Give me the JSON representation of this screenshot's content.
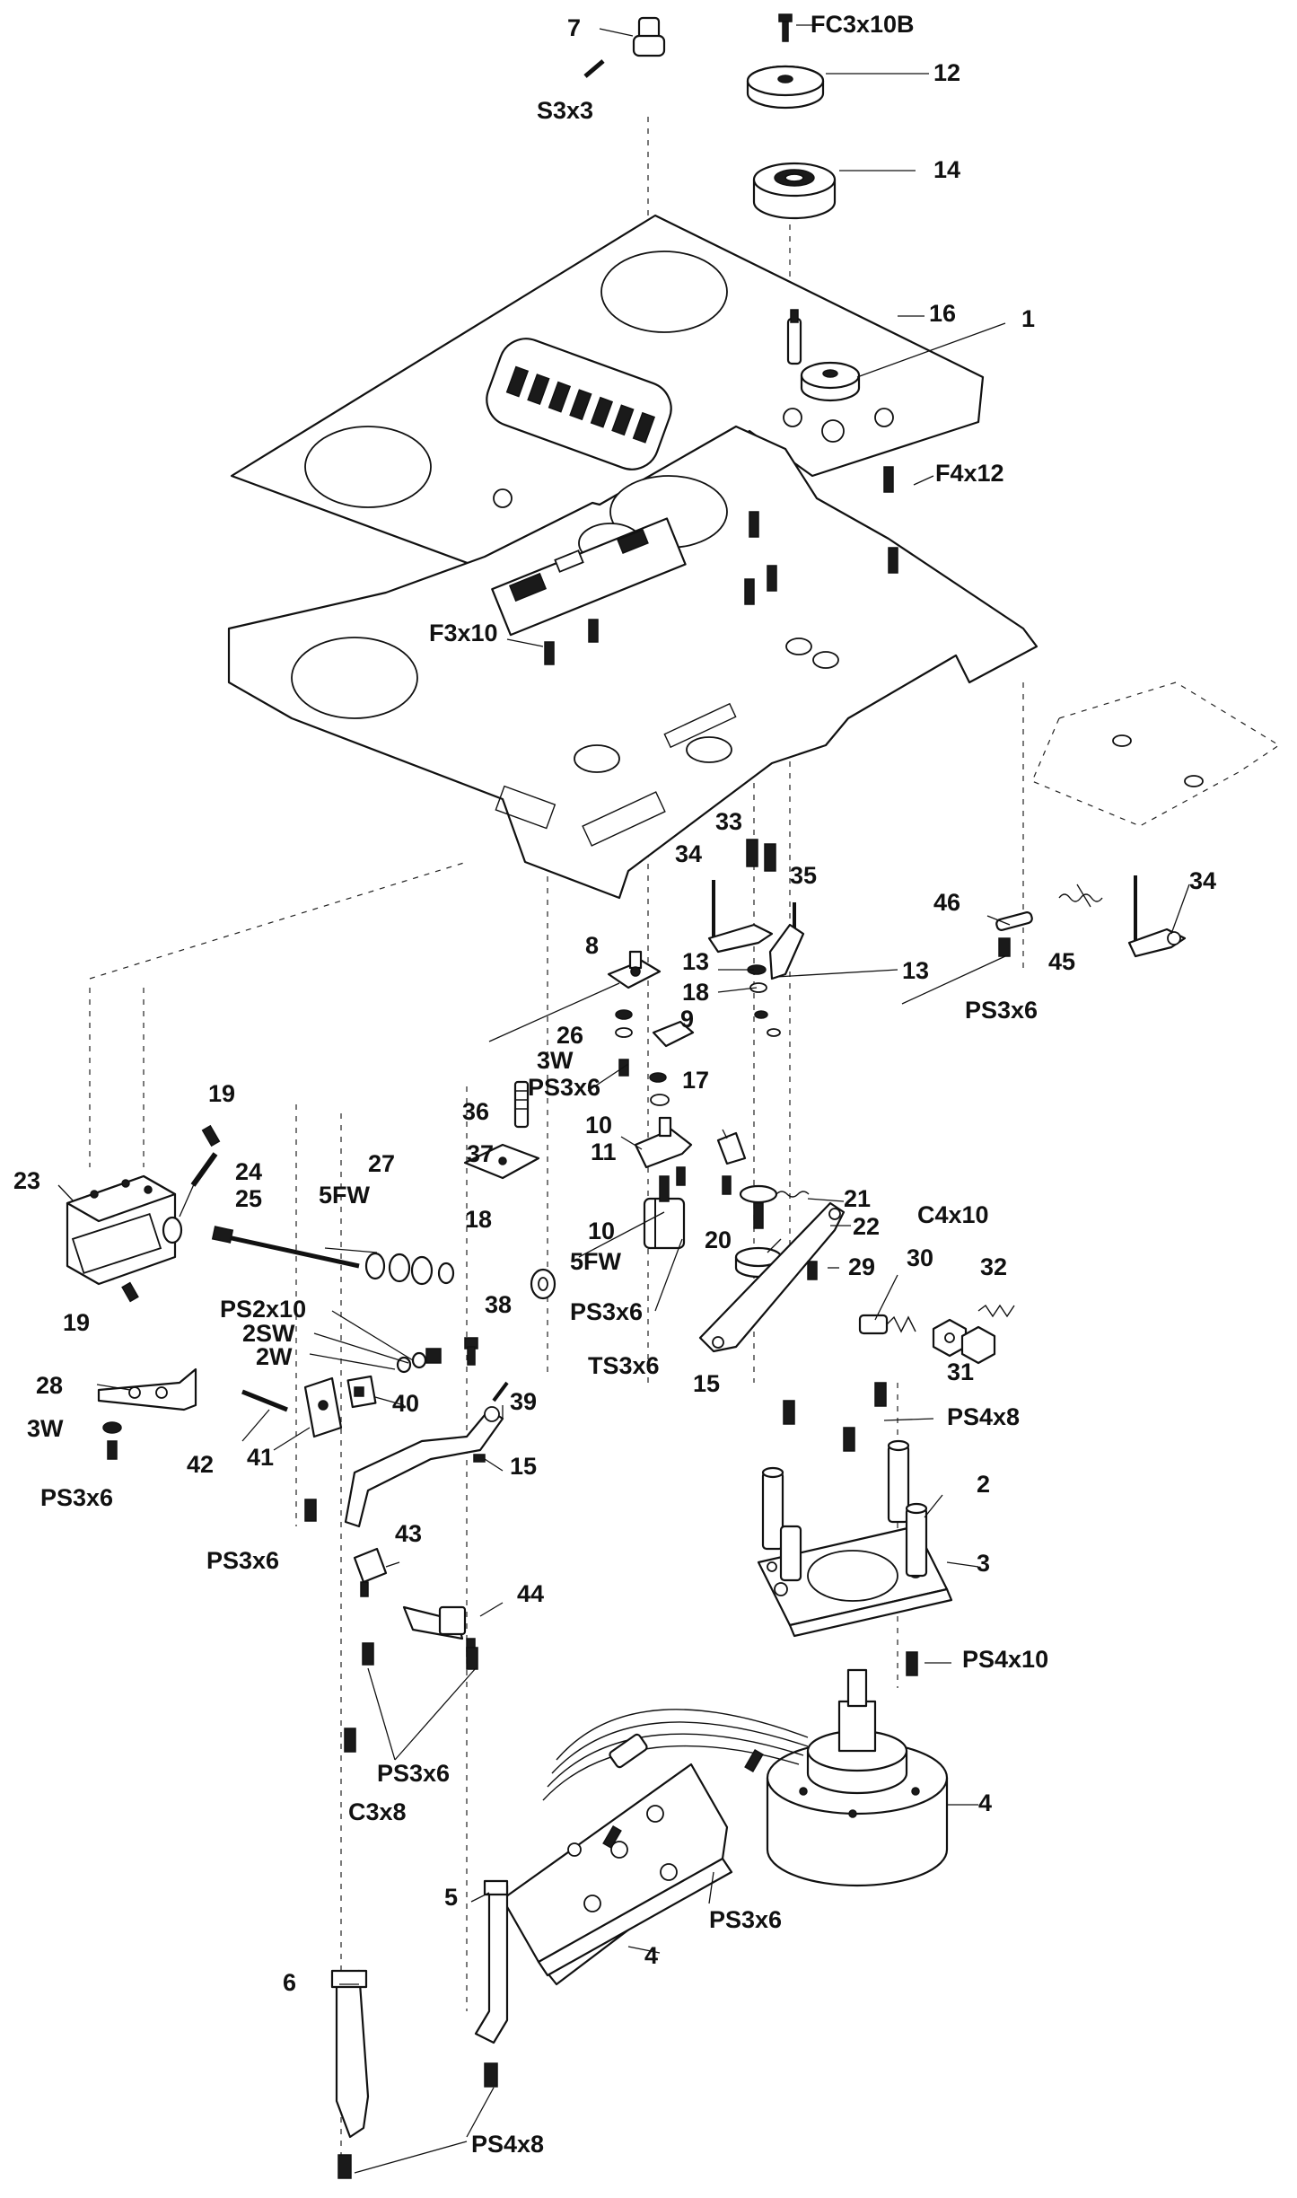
{
  "labels": {
    "p7": "7",
    "fc3x10b": "FC3x10B",
    "p12": "12",
    "s3x3": "S3x3",
    "p14": "14",
    "p16": "16",
    "p1": "1",
    "f4x12": "F4x12",
    "f3x10": "F3x10",
    "p33": "33",
    "p34a": "34",
    "p35": "35",
    "p46": "46",
    "p34b": "34",
    "p45": "45",
    "p13a": "13",
    "p13b": "13",
    "p18a": "18",
    "p8": "8",
    "p9": "9",
    "ps3x6_r": "PS3x6",
    "p26": "26",
    "p3w_top": "3W",
    "ps3x6_mid": "PS3x6",
    "p17": "17",
    "p19a": "19",
    "p36": "36",
    "p10a": "10",
    "p11": "11",
    "p24": "24",
    "p27": "27",
    "p37": "37",
    "p23": "23",
    "p5fw_a": "5FW",
    "p25": "25",
    "p21": "21",
    "c4x10": "C4x10",
    "p22": "22",
    "p18b": "18",
    "p10b": "10",
    "p20": "20",
    "p19b": "19",
    "p5fw_b": "5FW",
    "p29": "29",
    "p30": "30",
    "p32": "32",
    "ps2x10": "PS2x10",
    "p38": "38",
    "p2sw": "2SW",
    "ps3x6_c": "PS3x6",
    "p2w": "2W",
    "ts3x6": "TS3x6",
    "p31": "31",
    "p15a": "15",
    "p28": "28",
    "p40": "40",
    "p39": "39",
    "ps4x8_a": "PS4x8",
    "p3w_left": "3W",
    "p42": "42",
    "p41": "41",
    "p15b": "15",
    "ps3x6_l": "PS3x6",
    "p2": "2",
    "p3": "3",
    "ps3x6_l2": "PS3x6",
    "p43": "43",
    "p44": "44",
    "ps4x10": "PS4x10",
    "p4a": "4",
    "ps3x6_b": "PS3x6",
    "c3x8": "C3x8",
    "p5": "5",
    "p4b": "4",
    "ps3x6_br": "PS3x6",
    "p6": "6",
    "ps4x8_b": "PS4x8"
  }
}
